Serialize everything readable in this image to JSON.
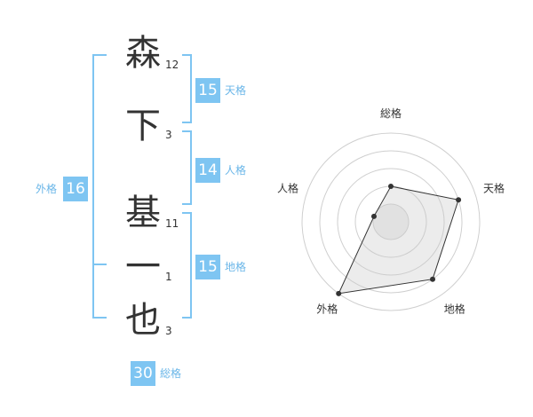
{
  "name_chars": [
    {
      "char": "森",
      "strokes": "12"
    },
    {
      "char": "下",
      "strokes": "3"
    },
    {
      "char": "基",
      "strokes": "11"
    },
    {
      "char": "一",
      "strokes": "1"
    },
    {
      "char": "也",
      "strokes": "3"
    }
  ],
  "kakusu": {
    "tenkaku": {
      "value": "15",
      "label": "天格"
    },
    "jinkaku": {
      "value": "14",
      "label": "人格"
    },
    "chikaku": {
      "value": "15",
      "label": "地格"
    },
    "gaikaku": {
      "value": "16",
      "label": "外格"
    },
    "soukaku": {
      "value": "30",
      "label": "総格"
    }
  },
  "colors": {
    "accent": "#7ec5f2",
    "accent_text": "#6ab6e8",
    "text": "#333333"
  },
  "chart_data": {
    "type": "radar",
    "axes": [
      "総格",
      "天格",
      "地格",
      "外格",
      "人格"
    ],
    "values": [
      2,
      4,
      4,
      5,
      1
    ],
    "max": 5,
    "rings": 5
  }
}
